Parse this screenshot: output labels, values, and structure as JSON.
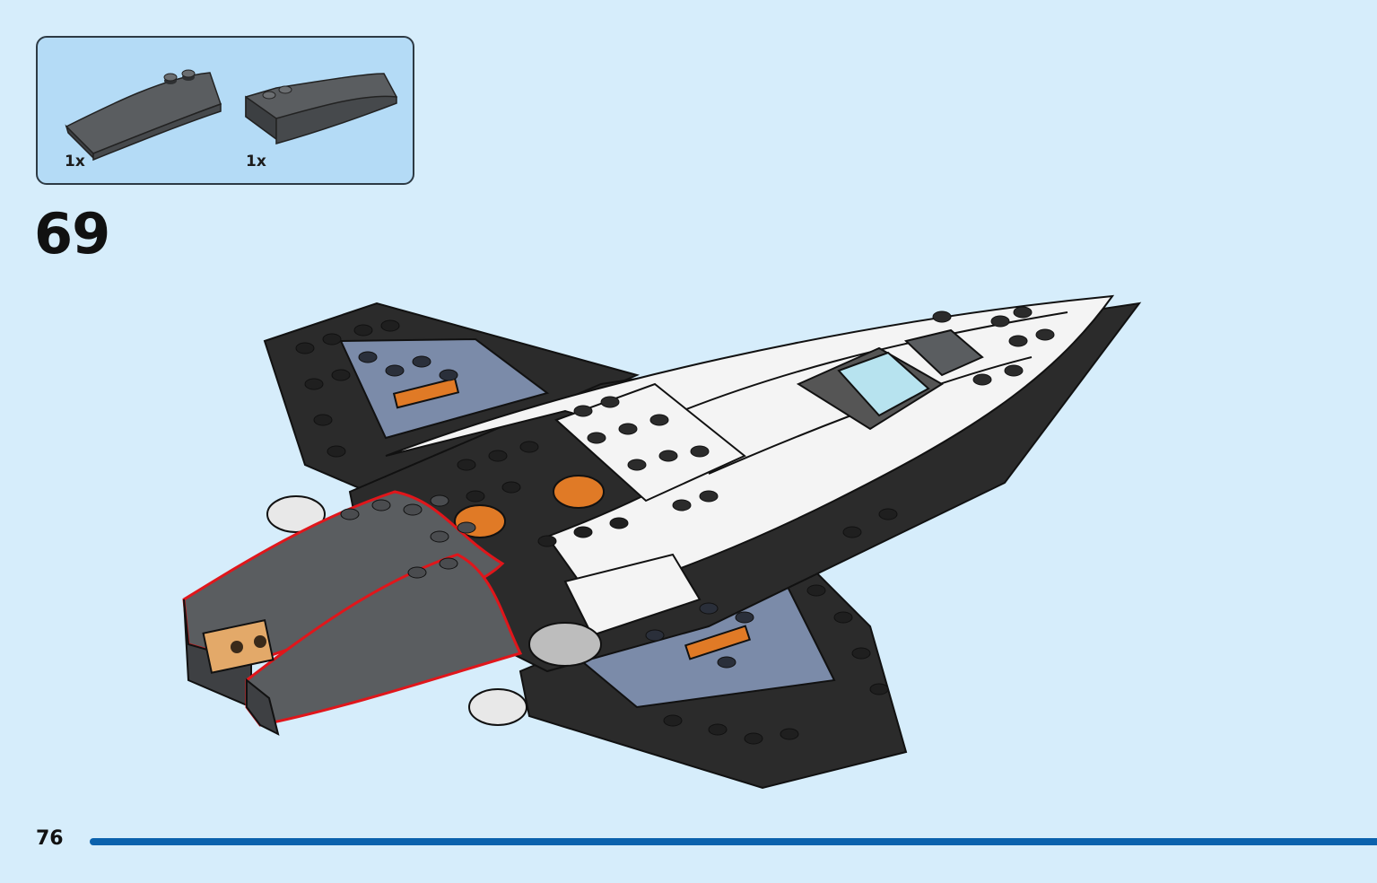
{
  "parts_callout": {
    "parts": [
      {
        "quantity": "1x",
        "icon": "dark-gray-curved-wedge-long-icon",
        "color": "#5a5d60"
      },
      {
        "quantity": "1x",
        "icon": "dark-gray-curved-wedge-short-icon",
        "color": "#5a5d60"
      }
    ],
    "background_color": "#b4dbf6"
  },
  "step": {
    "number": "69"
  },
  "model": {
    "icon": "spaceship-assembly-illustration",
    "highlight_color": "#e0161b",
    "colors": {
      "black": "#2b2b2b",
      "white": "#f4f4f4",
      "blue_gray": "#7b8ba9",
      "dark_gray": "#5a5d60",
      "orange": "#e07a26",
      "tan": "#e3a969"
    }
  },
  "footer": {
    "page_number": "76",
    "bar_color": "#0b62ad"
  }
}
